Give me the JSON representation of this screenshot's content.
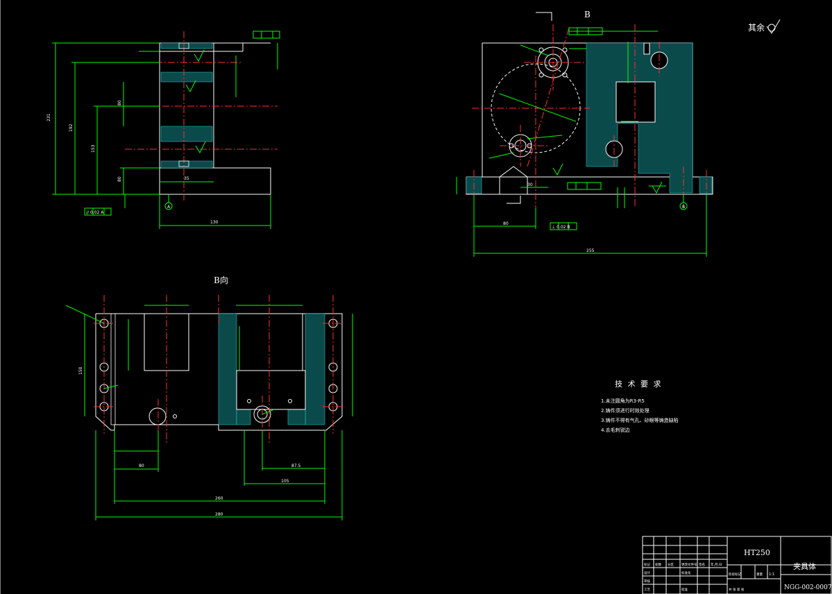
{
  "drawing": {
    "view_label_b_arrow": "B",
    "view_label_b_view": "B向",
    "surface_finish_rest": "其余",
    "technical_requirements": {
      "title": "技 术 要 求",
      "items": [
        "1.未注圆角为R3-R5",
        "2.铸件须进行时效处理",
        "3.铸件不得有气孔、砂眼等铸造缺陷",
        "4.去毛刺锐边"
      ]
    },
    "dimensions_left_view": {
      "overall_height": "231",
      "h2": "192",
      "h3": "153",
      "h4": "80",
      "h5": "80",
      "width_bottom": "130",
      "width_small": "35",
      "parallel_tol": "// 0.02 A",
      "datum": "A"
    },
    "dimensions_top_view": {
      "bottom_total": "255",
      "left_offset": "80",
      "mid_offset": "30",
      "position_tol": "⊥ 0.02 B",
      "datum": "B"
    },
    "dimensions_bottom_view": {
      "width_total": "280",
      "width_inner": "260",
      "dim_a": "80",
      "dim_b": "87.5",
      "dim_c": "105",
      "height": "150"
    },
    "title_block": {
      "material": "HT250",
      "part_name": "夹具体",
      "drawing_number": "NGG-002-0007",
      "scale": "1:1",
      "header_cells": [
        "标记",
        "处数",
        "分区",
        "更改文件号",
        "签名",
        "年,月,日"
      ],
      "row_labels": [
        "设计",
        "审核",
        "工艺"
      ],
      "standard": "标准化",
      "approve": "批准",
      "stage_labels": [
        "阶段标记",
        "重量",
        "比例"
      ],
      "sheet_info": "共 张 第 张"
    }
  }
}
